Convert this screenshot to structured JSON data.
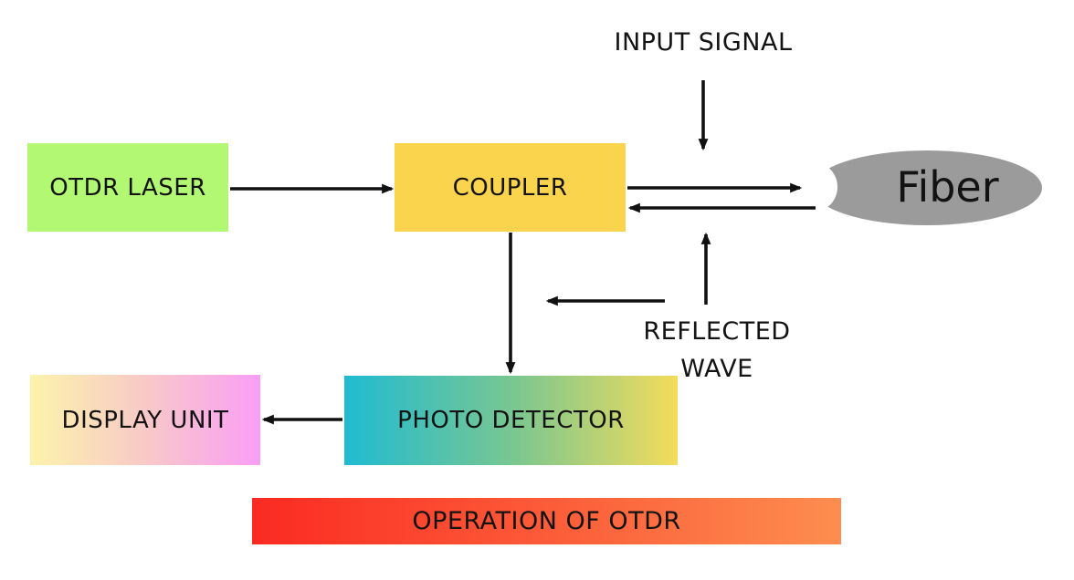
{
  "title": "OPERATION OF OTDR",
  "colors": {
    "laser-green": "#b2f873",
    "coupler-yellow": "#fbd44e",
    "fiber-gray": "#9b9b9b",
    "detector-cyan": "#1fbbd2",
    "detector-green": "#7cc78f",
    "detector-yellow": "#f4dc5b",
    "display-yellow": "#fcf3ab",
    "display-pink": "#f8cbc6",
    "display-magenta": "#fa9ef6",
    "banner-red": "#fb2a22",
    "banner-orange": "#fd8d4f",
    "ink": "#111111"
  },
  "nodes": {
    "otdr_laser": {
      "label": "OTDR LASER"
    },
    "coupler": {
      "label": "COUPLER"
    },
    "fiber": {
      "label": "Fiber"
    },
    "photo_detector": {
      "label": "PHOTO DETECTOR"
    },
    "display_unit": {
      "label": "DISPLAY UNIT"
    }
  },
  "annotations": {
    "input_signal": "INPUT SIGNAL",
    "reflected_wave": "REFLECTED WAVE"
  },
  "banner": {
    "label": "OPERATION OF OTDR"
  },
  "edges": [
    {
      "name": "laser-to-coupler",
      "from": "otdr_laser",
      "to": "coupler",
      "direction": "right"
    },
    {
      "name": "coupler-to-fiber",
      "from": "coupler",
      "to": "fiber",
      "direction": "right"
    },
    {
      "name": "fiber-to-coupler",
      "from": "fiber",
      "to": "coupler",
      "direction": "left"
    },
    {
      "name": "input-signal-to-fiber",
      "from": "input_signal",
      "to": "fiber",
      "direction": "down"
    },
    {
      "name": "fiber-to-reflected-wave",
      "from": "fiber",
      "to": "reflected_wave",
      "direction": "up"
    },
    {
      "name": "reflected-wave-to-coupler-path",
      "from": "reflected_wave",
      "to": "coupler",
      "direction": "left"
    },
    {
      "name": "coupler-to-photo-detector",
      "from": "coupler",
      "to": "photo_detector",
      "direction": "down"
    },
    {
      "name": "photo-detector-to-display-unit",
      "from": "photo_detector",
      "to": "display_unit",
      "direction": "left"
    }
  ]
}
